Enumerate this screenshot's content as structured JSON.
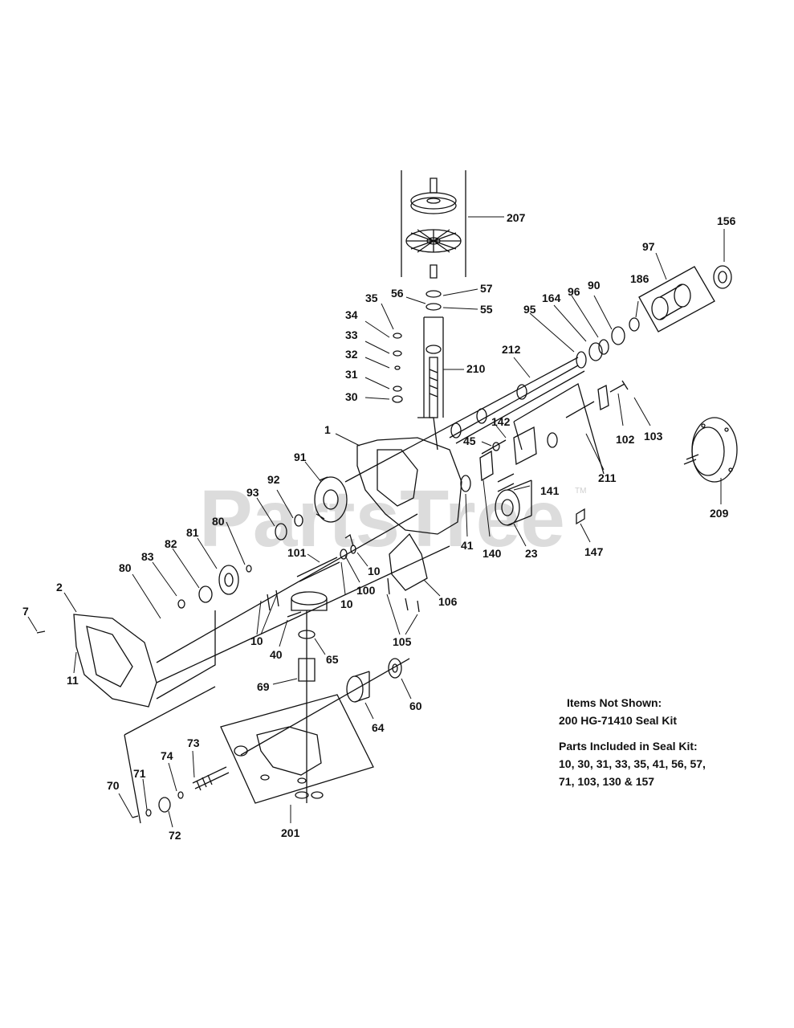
{
  "watermark": "PartsTree",
  "watermark_mark": "TM",
  "labels": {
    "l207": "207",
    "l156": "156",
    "l97": "97",
    "l56": "56",
    "l57": "57",
    "l55": "55",
    "l35": "35",
    "l34": "34",
    "l33": "33",
    "l32": "32",
    "l31": "31",
    "l30": "30",
    "l210": "210",
    "l186": "186",
    "l90": "90",
    "l96": "96",
    "l164": "164",
    "l95": "95",
    "l212": "212",
    "l1": "1",
    "l142": "142",
    "l45": "45",
    "l102": "102",
    "l103": "103",
    "l211": "211",
    "l91": "91",
    "l92": "92",
    "l93": "93",
    "l141": "141",
    "l209": "209",
    "l80a": "80",
    "l81": "81",
    "l82": "82",
    "l83": "83",
    "l80b": "80",
    "l41": "41",
    "l140": "140",
    "l23": "23",
    "l147": "147",
    "l101": "101",
    "l10a": "10",
    "l10b": "10",
    "l100": "100",
    "l2": "2",
    "l7": "7",
    "l11": "11",
    "l10c": "10",
    "l40": "40",
    "l106": "106",
    "l105": "105",
    "l65": "65",
    "l69": "69",
    "l60": "60",
    "l64": "64",
    "l73": "73",
    "l74": "74",
    "l71": "71",
    "l70": "70",
    "l72": "72",
    "l201": "201"
  },
  "notes": {
    "not_shown_title": "Items Not Shown:",
    "not_shown_item": "200 HG-71410 Seal Kit",
    "seal_kit_title": "Parts Included in Seal Kit:",
    "seal_kit_line1": "10, 30, 31, 33, 35, 41, 56, 57,",
    "seal_kit_line2": "71, 103, 130 & 157"
  }
}
